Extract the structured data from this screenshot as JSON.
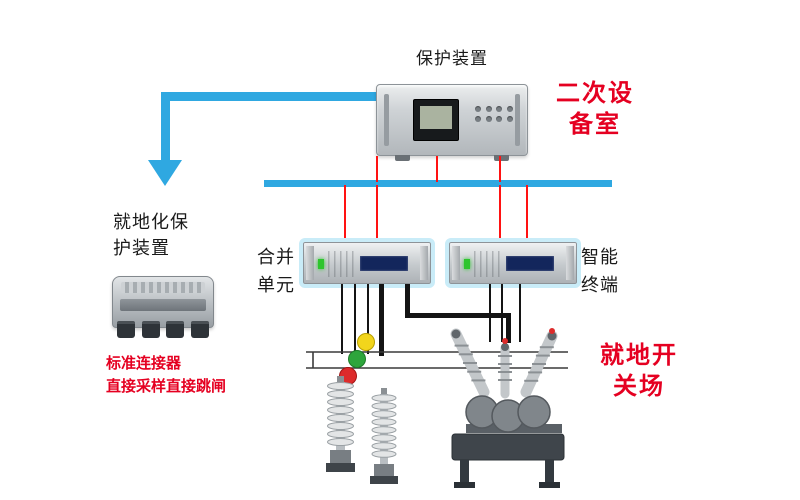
{
  "labels": {
    "protection_device": "保护装置",
    "secondary_room": {
      "line1": "二次设",
      "line2": "备室"
    },
    "local_protection": {
      "line1": "就地化保",
      "line2": "护装置"
    },
    "connector_note": {
      "line1": "标准连接器",
      "line2": "直接采样直接跳闸"
    },
    "merging_unit": {
      "line1": "合并",
      "line2": "单元"
    },
    "intelligent_terminal": {
      "line1": "智能",
      "line2": "终端"
    },
    "switchyard": {
      "line1": "就地开",
      "line2": "关场"
    }
  },
  "colors": {
    "bus_blue": "#2fa8e1",
    "line_red": "#ff1212",
    "text_red": "#e50021",
    "halo_cyan": "#c9ecf8",
    "ball_yellow": "#f2d51c",
    "ball_green": "#2ea53c",
    "ball_red": "#dd2b2b",
    "led_green": "#2ec52e"
  }
}
